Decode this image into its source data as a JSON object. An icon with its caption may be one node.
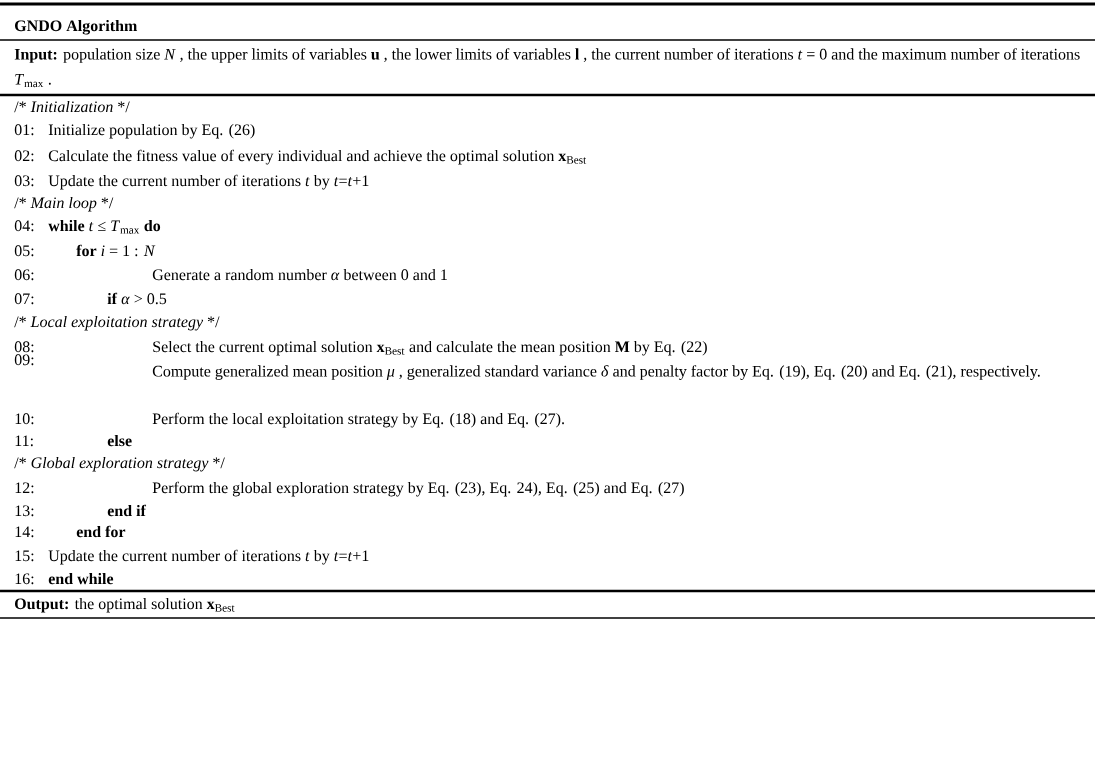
{
  "diagram": {
    "title": "GNDO Algorithm",
    "labels": [
      "**Input:** population size *N* , the upper limits of variables **u** , the lower limits of variables **l** , the current number of iterations *t* = 0 and the maximum number of iterations *T*$_{max}$ .",
      "/* *Initialization* */",
      "01:",
      "Initialize population by Eq. (26)",
      "02:",
      "Calculate the fitness value of every individual and achieve the optimal solution **x**$_{Best}$",
      "03:",
      "Update the current number of iterations *t* by *t*=*t*+1",
      "/* *Main loop* */",
      "04:",
      "**while** *t* ≤ *T*$_{max}$ **do**",
      "05:",
      "**for** *i* = 1 : *N*",
      "06:",
      "Generate a random number *α* between 0 and 1",
      "07:",
      "**if** *α* > 0.5",
      "/* *Local exploitation strategy* */",
      "08:",
      "Select the current optimal solution **x**$_{Best}$ and calculate the mean position **M** by Eq. (22)",
      "09:",
      "Compute generalized mean position *μ* , generalized standard variance *δ* and penalty factor by Eq. (19), Eq. (20) and Eq. (21), respectively.",
      "10:",
      "Perform the local exploitation strategy by Eq. (18) and Eq. (27).",
      "11:",
      "else",
      "/* *Global exploration strategy* */",
      "12:",
      "Perform the global exploration strategy by Eq. (23), Eq. 24), Eq. (25) and Eq. (27)",
      "13:",
      "end if",
      "14:",
      "end for",
      "15:",
      "Update the current number of iterations *t* by *t*=*t*+1",
      "16:",
      "end while",
      "**Output:** the optimal solution **x**$_{Best}$"
    ]
  }
}
